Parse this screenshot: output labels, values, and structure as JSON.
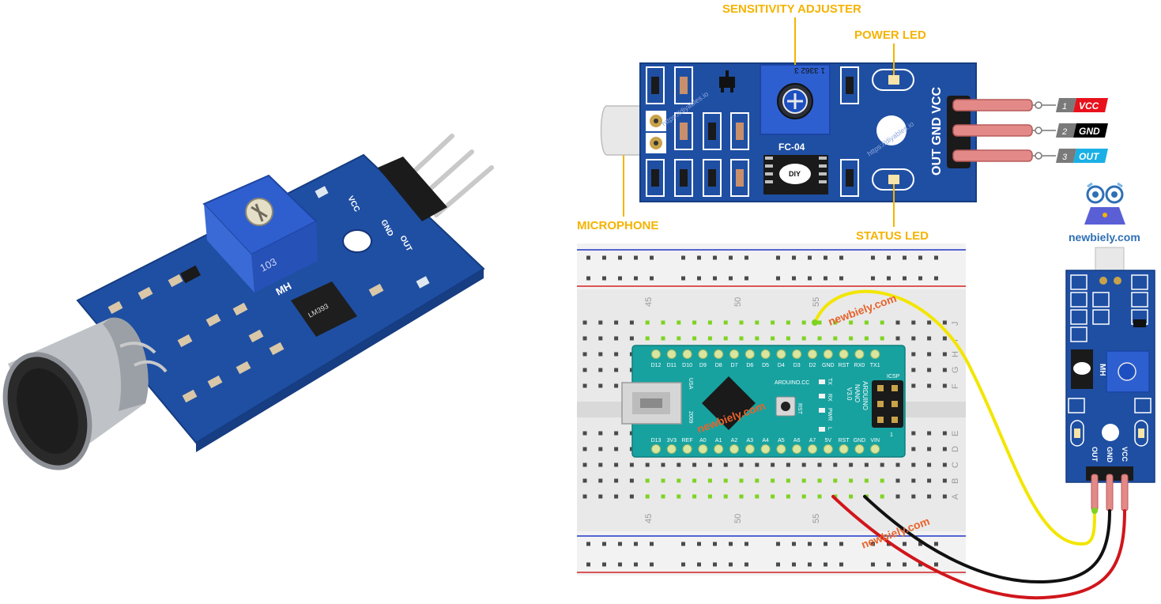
{
  "callouts": {
    "sensitivity": "SENSITIVITY ADJUSTER",
    "power_led": "POWER LED",
    "microphone": "MICROPHONE",
    "status_led": "STATUS LED"
  },
  "module": {
    "model": "FC-04",
    "pot_code": "1 3362 3",
    "header_label": "OUT GND VCC"
  },
  "photo": {
    "pot_code": "103",
    "brand": "MH",
    "chip": "LM393",
    "pin_labels": [
      "VCC",
      "GND",
      "OUT"
    ]
  },
  "pins": [
    {
      "num": "1",
      "name": "VCC",
      "color": "#e8111b"
    },
    {
      "num": "2",
      "name": "GND",
      "color": "#000000"
    },
    {
      "num": "3",
      "name": "OUT",
      "color": "#1ab0e5"
    }
  ],
  "breadboard": {
    "column_numbers": [
      "45",
      "50",
      "55"
    ],
    "row_letters_top": [
      "J",
      "I",
      "H",
      "G",
      "F"
    ],
    "row_letters_bottom": [
      "E",
      "D",
      "C",
      "B",
      "A"
    ]
  },
  "arduino": {
    "top_pins": [
      "D12",
      "D11",
      "D10",
      "D9",
      "D8",
      "D7",
      "D6",
      "D5",
      "D4",
      "D3",
      "D2",
      "GND",
      "RST",
      "RX0",
      "TX1"
    ],
    "bottom_pins": [
      "D13",
      "3V3",
      "REF",
      "A0",
      "A1",
      "A2",
      "A3",
      "A4",
      "A5",
      "A6",
      "A7",
      "5V",
      "RST",
      "GND",
      "VIN"
    ],
    "side_text": [
      "USA",
      "2009"
    ],
    "site": "ARDUINO.CC",
    "rst": "RST",
    "leds": [
      "TX",
      "RX",
      "PWR",
      "L"
    ],
    "name_lines": [
      "ARDUINO",
      "NANO",
      "V3.0"
    ],
    "icsp": "ICSP",
    "icsp_num": "1"
  },
  "small_module": {
    "label": "MH",
    "pins": [
      "OUT",
      "GND",
      "VCC"
    ]
  },
  "branding": {
    "logo_text": "newbiely.com",
    "watermark": "newbiely.com",
    "module_watermark": "https://diyables.io",
    "chip_logo": "DIY"
  },
  "colors": {
    "pcb_blue": "#1f4fa3",
    "arduino_teal": "#17a2a0",
    "wire_yellow": "#f2e600",
    "wire_black": "#111111",
    "wire_red": "#d0161c",
    "callout_orange": "#f5b301"
  }
}
